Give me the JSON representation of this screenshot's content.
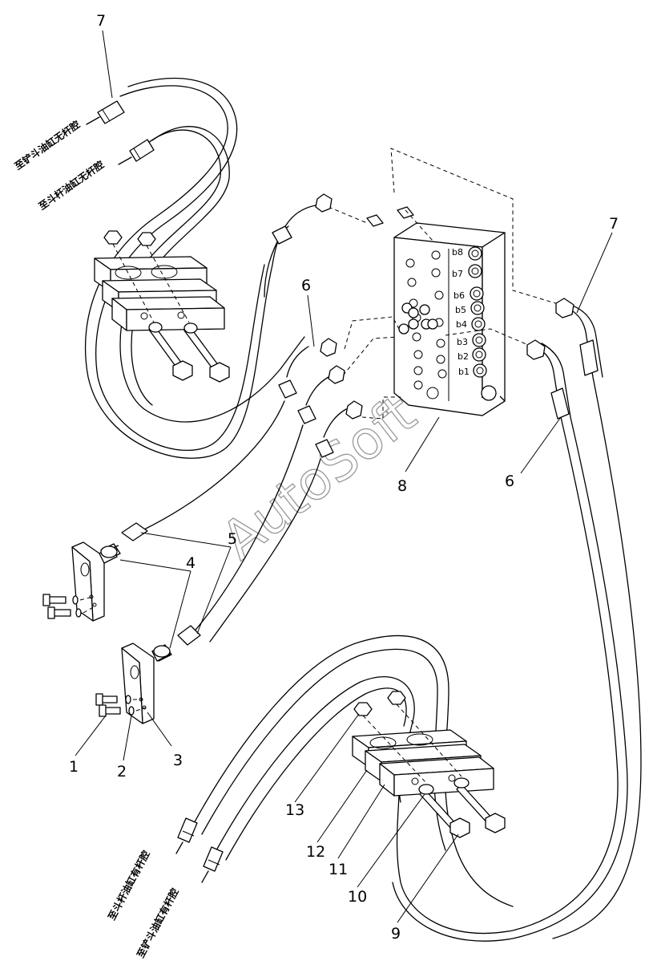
{
  "callouts": [
    "7",
    "6",
    "8",
    "7",
    "6",
    "5",
    "4",
    "3",
    "1",
    "2",
    "13",
    "12",
    "11",
    "10",
    "9"
  ],
  "port_labels": [
    "b8",
    "b7",
    "b6",
    "b5",
    "b4",
    "b3",
    "b2",
    "b1"
  ],
  "hose_labels": [
    "至铲斗油缸无杆腔",
    "至斗杆油缸无杆腔",
    "至斗杆油缸有杆腔",
    "至铲斗油缸有杆腔"
  ],
  "watermark": "AutoSoft"
}
